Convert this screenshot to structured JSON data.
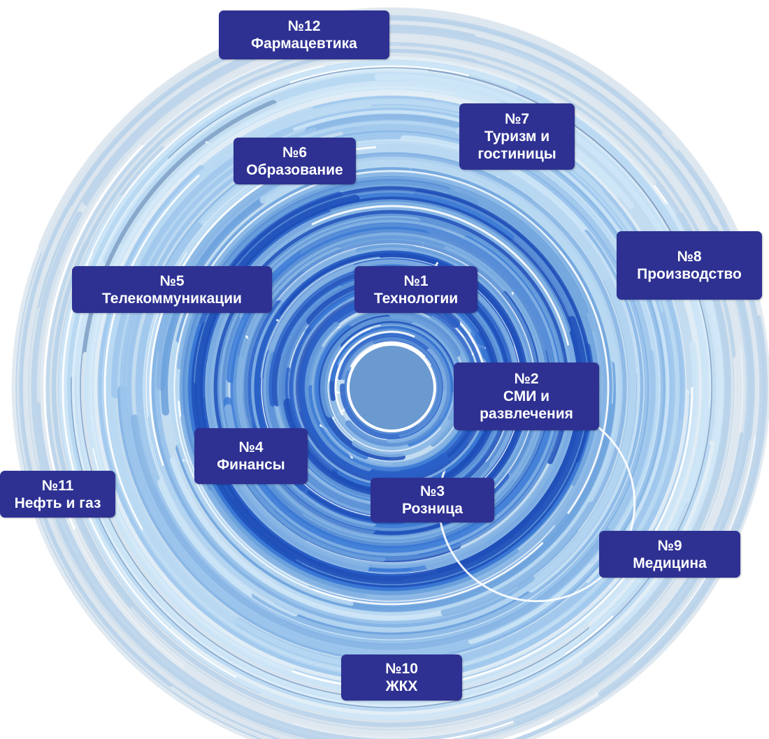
{
  "diagram": {
    "items": [
      {
        "id": "12",
        "number": "№12",
        "lines": [
          "Фармацевтика"
        ]
      },
      {
        "id": "7",
        "number": "№7",
        "lines": [
          "Туризм и",
          "гостиницы"
        ]
      },
      {
        "id": "6",
        "number": "№6",
        "lines": [
          "Образование"
        ]
      },
      {
        "id": "8",
        "number": "№8",
        "lines": [
          "Производство"
        ]
      },
      {
        "id": "5",
        "number": "№5",
        "lines": [
          "Телекоммуникации"
        ]
      },
      {
        "id": "1",
        "number": "№1",
        "lines": [
          "Технологии"
        ]
      },
      {
        "id": "2",
        "number": "№2",
        "lines": [
          "СМИ и",
          "развлечения"
        ]
      },
      {
        "id": "4",
        "number": "№4",
        "lines": [
          "Финансы"
        ]
      },
      {
        "id": "3",
        "number": "№3",
        "lines": [
          "Розница"
        ]
      },
      {
        "id": "11",
        "number": "№11",
        "lines": [
          "Нефть и газ"
        ]
      },
      {
        "id": "9",
        "number": "№9",
        "lines": [
          "Медицина"
        ]
      },
      {
        "id": "10",
        "number": "№10",
        "lines": [
          "ЖКХ"
        ]
      }
    ],
    "colors": {
      "box": "#2e3192",
      "center": "#6a9ad0"
    }
  }
}
